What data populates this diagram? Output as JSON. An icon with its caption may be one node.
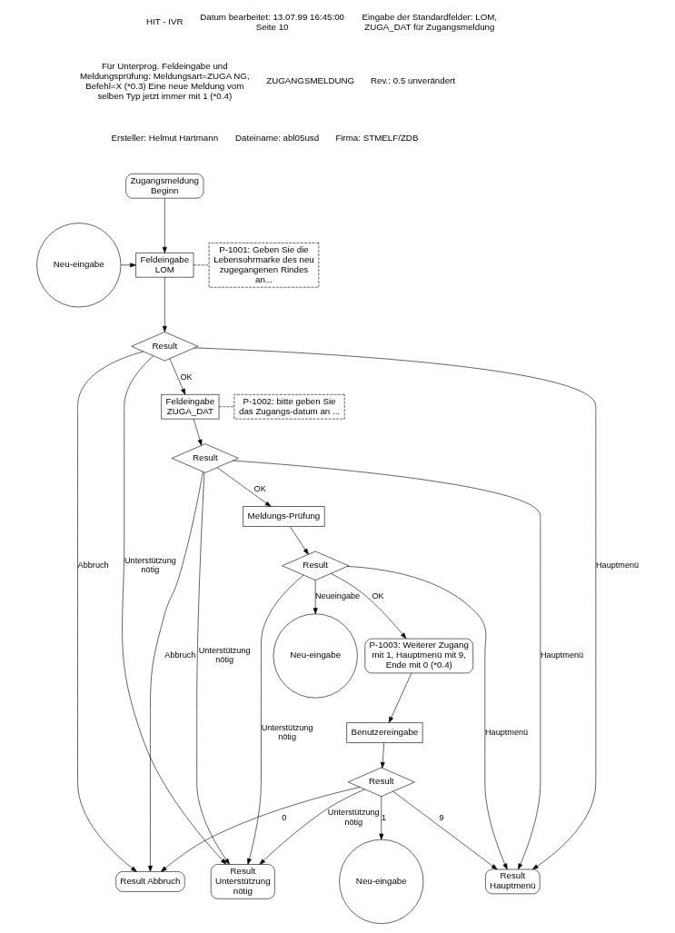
{
  "diagram": {
    "nodes": [
      {
        "text": [
          "Zugangsmeldung Beginn"
        ]
      },
      {
        "text": [
          "Neu-eingabe"
        ]
      },
      {
        "text": [
          "Feldeingabe LOM"
        ]
      },
      {
        "text": [
          "P-1001: Geben Sie die Lebensohrmarke des neu zugegangenen Rindes an..."
        ]
      },
      {
        "text": [
          "Result"
        ]
      },
      {
        "text": [
          "Feldeingabe ZUGA_DAT"
        ]
      },
      {
        "text": [
          "P-1002: bitte geben Sie das Zugangs-datum an ..."
        ]
      },
      {
        "text": [
          "Result"
        ]
      },
      {
        "text": [
          "Meldungs-Prüfung"
        ]
      },
      {
        "text": [
          "Result"
        ]
      },
      {
        "text": [
          "Neu-eingabe"
        ]
      },
      {
        "text": [
          "P-1003: Weiterer Zugang mit 1, Hauptmenü mit 9, Ende mit 0 (*0.4)"
        ]
      },
      {
        "text": [
          "Benutzereingabe"
        ]
      },
      {
        "text": [
          "Result"
        ]
      },
      {
        "text": [
          "Result Abbruch"
        ]
      },
      {
        "text": [
          "Neu-eingabe"
        ]
      },
      {
        "text": [
          "Result Unterstützung nötig"
        ]
      },
      {
        "text": [
          "Result Hauptmenü"
        ]
      }
    ],
    "edges": [
      {
        "from": 0,
        "to": 2,
        "arrow": "to"
      },
      {
        "from": 1,
        "to": 2,
        "arrow": "to"
      },
      {
        "from": 2,
        "to": 3,
        "arrow": "none",
        "style": "dashed"
      },
      {
        "from": 2,
        "to": 4,
        "arrow": "to"
      },
      {
        "from": 4,
        "to": 5,
        "arrow": "to",
        "label": "OK"
      },
      {
        "from": 4,
        "to": 14,
        "arrow": "to",
        "label": "Abbruch"
      },
      {
        "from": 4,
        "to": 16,
        "arrow": "to",
        "label": "Unterstützung nötig"
      },
      {
        "from": 4,
        "to": 17,
        "arrow": "to",
        "label": "Hauptmenü"
      },
      {
        "from": 5,
        "to": 6,
        "arrow": "none",
        "style": "dashed"
      },
      {
        "from": 5,
        "to": 7,
        "arrow": "to"
      },
      {
        "from": 7,
        "to": 8,
        "arrow": "to",
        "label": "OK"
      },
      {
        "from": 7,
        "to": 14,
        "arrow": "to",
        "label": "Abbruch"
      },
      {
        "from": 7,
        "to": 16,
        "arrow": "to",
        "label": "Unterstützung nötig"
      },
      {
        "from": 7,
        "to": 17,
        "arrow": "to",
        "label": "Hauptmenü"
      },
      {
        "from": 8,
        "to": 9,
        "arrow": "to"
      },
      {
        "from": 9,
        "to": 10,
        "arrow": "to",
        "label": "Neueingabe"
      },
      {
        "from": 9,
        "to": 11,
        "arrow": "to",
        "label": "OK"
      },
      {
        "from": 9,
        "to": 16,
        "arrow": "to",
        "label": "Unterstützung nötig"
      },
      {
        "from": 9,
        "to": 17,
        "arrow": "to",
        "label": "Hauptmenü"
      },
      {
        "from": 11,
        "to": 12,
        "arrow": "to"
      },
      {
        "from": 12,
        "to": 13,
        "arrow": "to"
      },
      {
        "from": 13,
        "to": 14,
        "arrow": "to",
        "label": "0"
      },
      {
        "from": 13,
        "to": 15,
        "arrow": "to",
        "label": "1"
      },
      {
        "from": 13,
        "to": 16,
        "arrow": "to",
        "label": "Unterstützung nötig"
      },
      {
        "from": 13,
        "to": 17,
        "arrow": "to",
        "label": "9"
      }
    ],
    "labels": [
      "HIT - IVR",
      "Datum bearbeitet: 13.07.99 16:45:00 Seite 10",
      "Eingabe der Standardfelder: LOM, ZUGA_DAT für Zugangsmeldung",
      "Für Unterprog. Feldeingabe und Meldungsprüfung: Meldungsart=ZUGA NG, Befehl=X (*0.3) Eine neue Meldung vom selben Typ jetzt immer mit 1 (*0.4)",
      "ZUGANGSMELDUNG",
      "Rev.: 0.5 unverändert",
      "Ersteller: Helmut Hartmann",
      "Dateiname: abl05usd",
      "Firma: STMELF/ZDB"
    ]
  }
}
